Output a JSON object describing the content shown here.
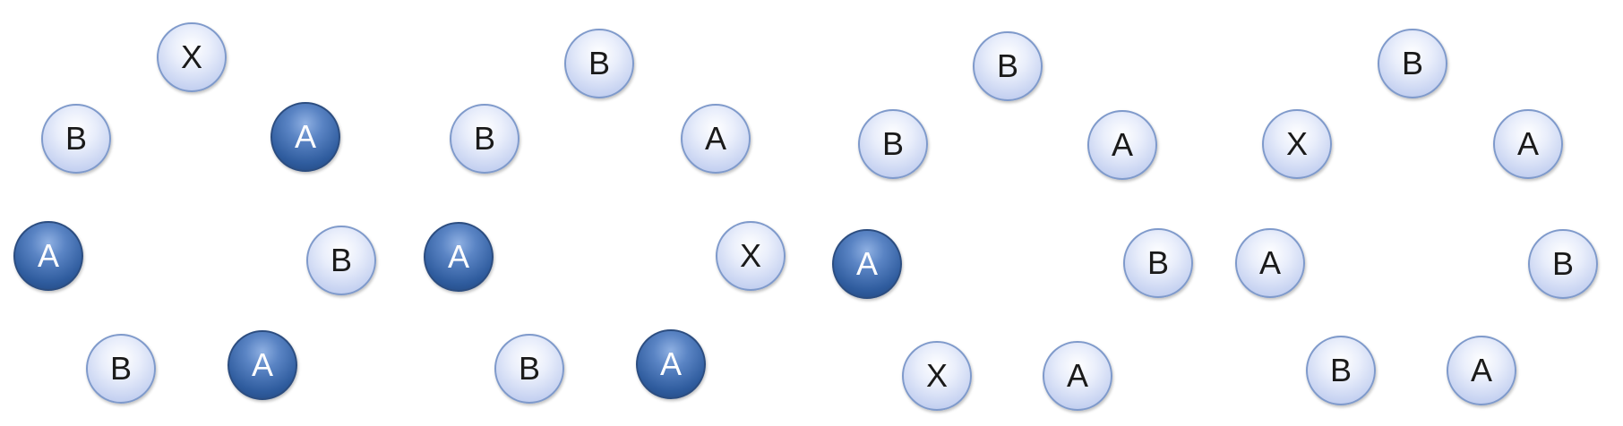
{
  "colors": {
    "light_fill": "#dfe6f8",
    "light_border": "#7f9acb",
    "dark_fill": "#3d6aab",
    "dark_border": "#2c4d80"
  },
  "groups": [
    {
      "nodes": [
        {
          "label": "X",
          "style": "light"
        },
        {
          "label": "B",
          "style": "light"
        },
        {
          "label": "A",
          "style": "dark"
        },
        {
          "label": "A",
          "style": "dark"
        },
        {
          "label": "B",
          "style": "light"
        },
        {
          "label": "B",
          "style": "light"
        },
        {
          "label": "A",
          "style": "dark"
        }
      ]
    },
    {
      "nodes": [
        {
          "label": "B",
          "style": "light"
        },
        {
          "label": "B",
          "style": "light"
        },
        {
          "label": "A",
          "style": "light"
        },
        {
          "label": "A",
          "style": "dark"
        },
        {
          "label": "X",
          "style": "light"
        },
        {
          "label": "B",
          "style": "light"
        },
        {
          "label": "A",
          "style": "dark"
        }
      ]
    },
    {
      "nodes": [
        {
          "label": "B",
          "style": "light"
        },
        {
          "label": "B",
          "style": "light"
        },
        {
          "label": "A",
          "style": "light"
        },
        {
          "label": "A",
          "style": "dark"
        },
        {
          "label": "B",
          "style": "light"
        },
        {
          "label": "X",
          "style": "light"
        },
        {
          "label": "A",
          "style": "light"
        }
      ]
    },
    {
      "nodes": [
        {
          "label": "B",
          "style": "light"
        },
        {
          "label": "X",
          "style": "light"
        },
        {
          "label": "A",
          "style": "light"
        },
        {
          "label": "A",
          "style": "light"
        },
        {
          "label": "B",
          "style": "light"
        },
        {
          "label": "B",
          "style": "light"
        },
        {
          "label": "A",
          "style": "light"
        }
      ]
    }
  ]
}
